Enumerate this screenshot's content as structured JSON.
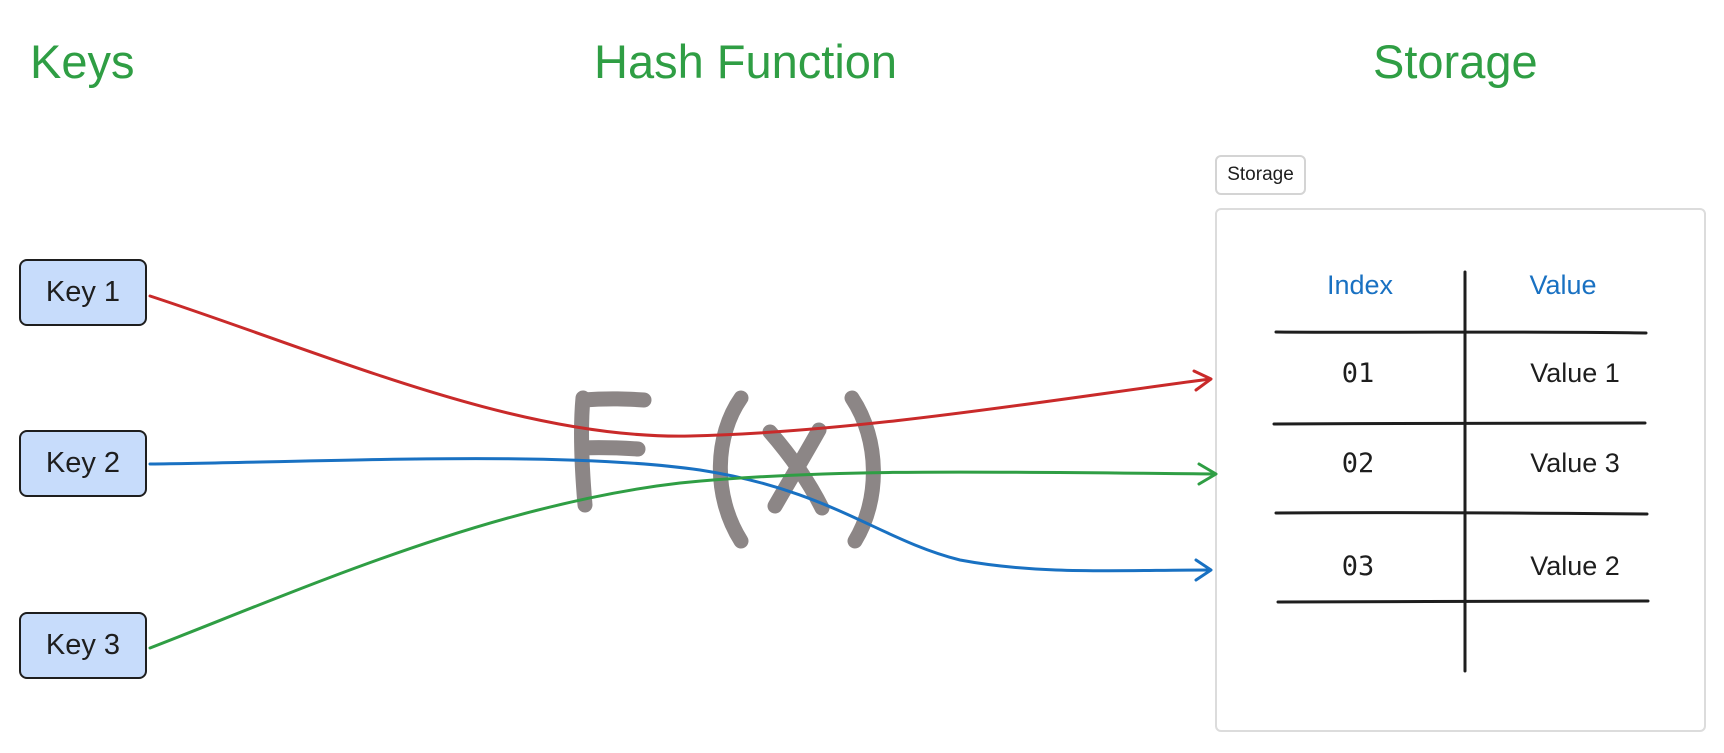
{
  "columns": {
    "keys": "Keys",
    "hash_function": "Hash Function",
    "storage": "Storage"
  },
  "keys": [
    {
      "label": "Key 1",
      "color": "#c92a2a"
    },
    {
      "label": "Key 2",
      "color": "#1971c2"
    },
    {
      "label": "Key 3",
      "color": "#2f9e44"
    }
  ],
  "hash_symbol": "F(x)",
  "storage_frame_label": "Storage",
  "table": {
    "headers": [
      "Index",
      "Value"
    ],
    "rows": [
      {
        "index": "01",
        "value": "Value 1"
      },
      {
        "index": "02",
        "value": "Value 3"
      },
      {
        "index": "03",
        "value": "Value 2"
      }
    ]
  },
  "mappings": [
    {
      "from": "Key 1",
      "to_index": "01",
      "color": "#c92a2a"
    },
    {
      "from": "Key 3",
      "to_index": "02",
      "color": "#2f9e44"
    },
    {
      "from": "Key 2",
      "to_index": "03",
      "color": "#1971c2"
    }
  ],
  "colors": {
    "title": "#2f9e44",
    "key_fill": "#c7dcfb",
    "header_text": "#1971c2",
    "hash_symbol": "#8c8686"
  }
}
